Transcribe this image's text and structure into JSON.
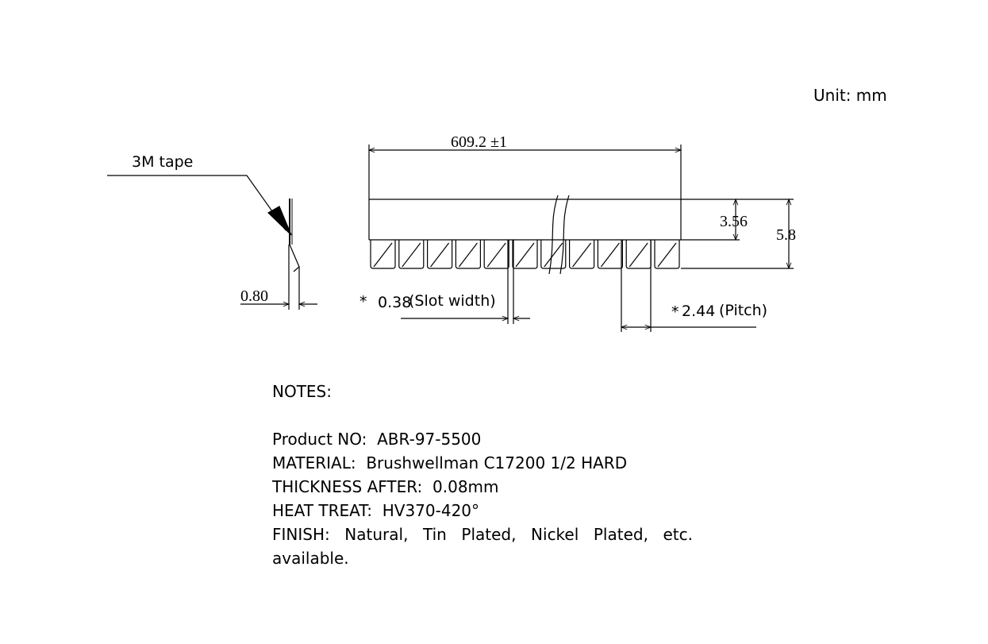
{
  "unit_label": "Unit: mm",
  "callouts": {
    "tape": "3M tape",
    "thickness_dim": "0.80",
    "length_dim": "609.2 ±1",
    "finger_height_dim": "3.56",
    "total_height_dim": "5.8",
    "slot_star": "*",
    "slot_value": "0.38",
    "slot_label": "(Slot width)",
    "pitch_star": "*",
    "pitch_value": "2.44",
    "pitch_label": "(Pitch)"
  },
  "notes": {
    "title": "NOTES:",
    "product_label": "Product  NO:",
    "product_value": "ABR-97-5500",
    "material_label": "MATERIAL:",
    "material_value": "Brushwellman C17200 1/2 HARD",
    "thickness_label": "THICKNESS AFTER:",
    "thickness_value": "0.08mm",
    "heat_label": "HEAT TREAT:",
    "heat_value": "HV370-420°",
    "finish_label": "FINISH:",
    "finish_items": [
      "Natural,",
      "Tin",
      "Plated,",
      "Nickel",
      "Plated,",
      "etc."
    ],
    "finish_tail": "available."
  }
}
